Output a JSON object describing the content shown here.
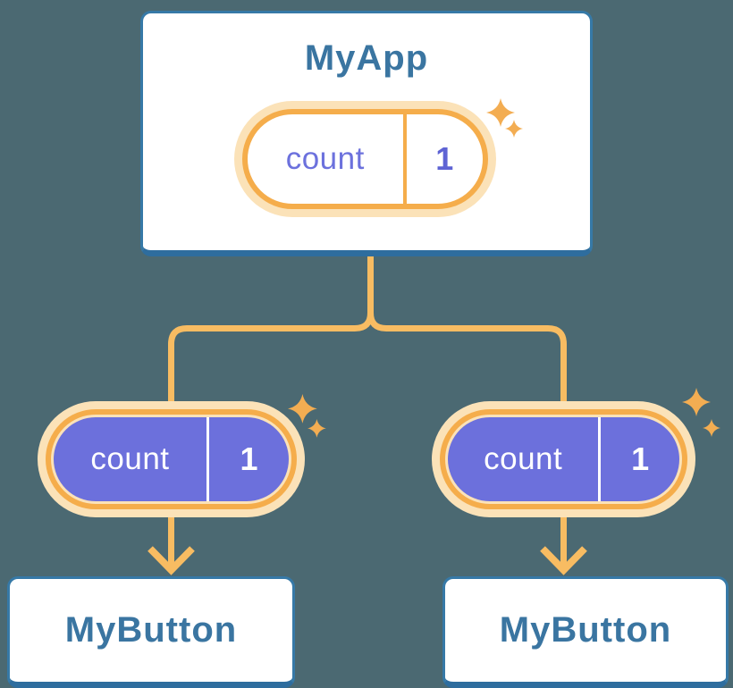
{
  "diagram": {
    "root": {
      "title": "MyApp",
      "state_label": "count",
      "state_value": "1"
    },
    "children": [
      {
        "title": "MyButton",
        "state_label": "count",
        "state_value": "1"
      },
      {
        "title": "MyButton",
        "state_label": "count",
        "state_value": "1"
      }
    ]
  },
  "icons": {
    "sparkle": "sparkle-icon",
    "arrow": "arrow-down-icon"
  },
  "colors": {
    "background": "#4B6972",
    "card_bg": "#FFFFFF",
    "card_border": "#3679A7",
    "card_shadow": "#2E6D9E",
    "title_text": "#3A75A1",
    "line_orange": "#F8BC62",
    "ring_orange": "#F5AD4B",
    "cream": "#FBE2B8",
    "purple_fill": "#6C70DC",
    "purple_text": "#6C71DD",
    "value_text": "#5E63D4",
    "sparkle": "#F3AD52",
    "divider": "#FFFFFF"
  }
}
